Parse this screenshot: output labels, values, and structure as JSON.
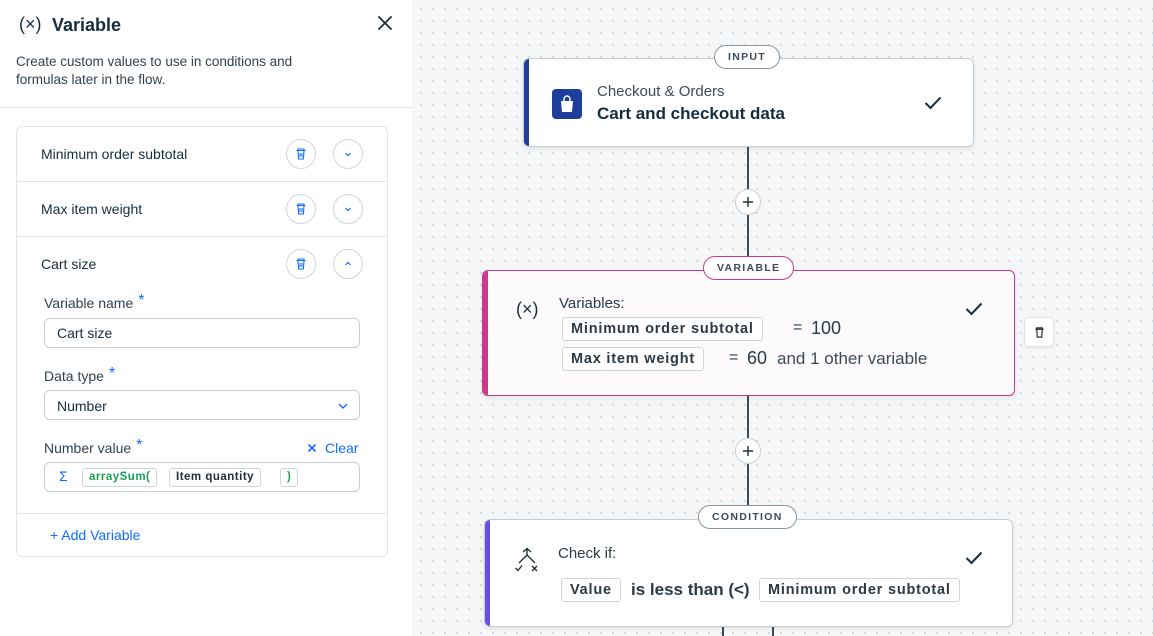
{
  "panel": {
    "title_icon": "(×)",
    "title": "Variable",
    "description": "Create custom values to use in conditions and formulas later in the flow.",
    "variables": [
      {
        "label": "Minimum order subtotal",
        "expanded": false
      },
      {
        "label": "Max item weight",
        "expanded": false
      },
      {
        "label": "Cart size",
        "expanded": true
      }
    ],
    "editor": {
      "name_label": "Variable name",
      "name_value": "Cart size",
      "type_label": "Data type",
      "type_value": "Number",
      "value_label": "Number value",
      "clear_label": "Clear",
      "required_mark": "*",
      "formula_symbol": "Σ",
      "formula_fn": "arraySum(",
      "formula_arg": "Item quantity",
      "formula_close": ")"
    },
    "add_variable_label": "+ Add Variable"
  },
  "canvas": {
    "input_node": {
      "tag": "INPUT",
      "app": "Checkout & Orders",
      "title": "Cart and checkout data"
    },
    "variable_node": {
      "tag": "VARIABLE",
      "icon": "(×)",
      "heading": "Variables:",
      "var1_name": "Minimum order subtotal",
      "var1_eq": "=",
      "var1_value": "100",
      "var2_name": "Max item weight",
      "var2_eq": "=",
      "var2_value": "60",
      "more": "and 1 other variable"
    },
    "condition_node": {
      "tag": "CONDITION",
      "heading": "Check if:",
      "left_operand": "Value",
      "operator": "is less than (<)",
      "right_operand": "Minimum order subtotal"
    }
  },
  "colors": {
    "accent_blue": "#116dff",
    "input_bar": "#1d3f9a",
    "variable_bar": "#c93b8a",
    "condition_bar": "#6b4ce6"
  }
}
